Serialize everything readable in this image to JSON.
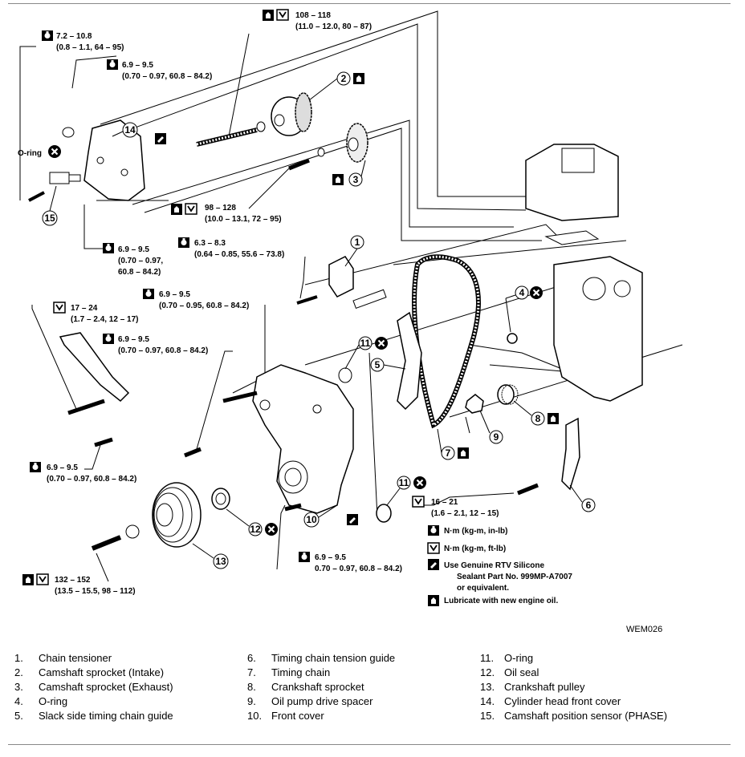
{
  "torque_specs": {
    "t1": {
      "line1": "7.2 – 10.8",
      "line2": "(0.8 – 1.1, 64 – 95)"
    },
    "t2": {
      "line1": "6.9 – 9.5",
      "line2": "(0.70 – 0.97, 60.8 – 84.2)"
    },
    "t3": {
      "line1": "108 – 118",
      "line2": "(11.0 – 12.0, 80 – 87)"
    },
    "t4": {
      "line1": "98 – 128",
      "line2": "(10.0 – 13.1, 72 – 95)"
    },
    "t5": {
      "line1": "6.9 – 9.5",
      "line2": "(0.70 – 0.97,",
      "line3": "60.8 – 84.2)"
    },
    "t6": {
      "line1": "6.3 – 8.3",
      "line2": "(0.64 – 0.85, 55.6 – 73.8)"
    },
    "t7": {
      "line1": "6.9 – 9.5",
      "line2": "(0.70 – 0.95, 60.8 – 84.2)"
    },
    "t8": {
      "line1": "17 – 24",
      "line2": "(1.7 – 2.4, 12 – 17)"
    },
    "t9": {
      "line1": "6.9 – 9.5",
      "line2": "(0.70 – 0.97, 60.8 – 84.2)"
    },
    "t10": {
      "line1": "6.9 – 9.5",
      "line2": "(0.70 – 0.97, 60.8 – 84.2)"
    },
    "t11": {
      "line1": "16 – 21",
      "line2": "(1.6 – 2.1, 12 – 15)"
    },
    "t12": {
      "line1": "6.9 – 9.5",
      "line2": "0.70 – 0.97, 60.8 – 84.2)"
    },
    "t13": {
      "line1": "132 – 152",
      "line2": "(13.5 – 15.5, 98 – 112)"
    }
  },
  "oring_label": "O-ring",
  "callouts": [
    "1",
    "2",
    "3",
    "4",
    "5",
    "6",
    "7",
    "8",
    "9",
    "10",
    "11",
    "11",
    "12",
    "13",
    "14",
    "15"
  ],
  "key": {
    "nm_in_lb": "N·m (kg-m, in-lb)",
    "nm_ft_lb": "N·m (kg-m, ft-lb)",
    "rtv_line1": "Use Genuine RTV Silicone",
    "rtv_line2": "Sealant Part No. 999MP-A7007",
    "rtv_line3": "or equivalent.",
    "lube": "Lubricate with new engine oil."
  },
  "figure_code": "WEM026",
  "parts": [
    {
      "num": "1.",
      "name": "Chain tensioner"
    },
    {
      "num": "2.",
      "name": "Camshaft sprocket (Intake)"
    },
    {
      "num": "3.",
      "name": "Camshaft sprocket (Exhaust)"
    },
    {
      "num": "4.",
      "name": "O-ring"
    },
    {
      "num": "5.",
      "name": "Slack side timing chain guide"
    },
    {
      "num": "6.",
      "name": "Timing chain tension guide"
    },
    {
      "num": "7.",
      "name": "Timing chain"
    },
    {
      "num": "8.",
      "name": "Crankshaft sprocket"
    },
    {
      "num": "9.",
      "name": "Oil pump drive spacer"
    },
    {
      "num": "10.",
      "name": "Front cover"
    },
    {
      "num": "11.",
      "name": "O-ring"
    },
    {
      "num": "12.",
      "name": "Oil seal"
    },
    {
      "num": "13.",
      "name": "Crankshaft pulley"
    },
    {
      "num": "14.",
      "name": "Cylinder head front cover"
    },
    {
      "num": "15.",
      "name": "Camshaft position sensor (PHASE)"
    }
  ]
}
